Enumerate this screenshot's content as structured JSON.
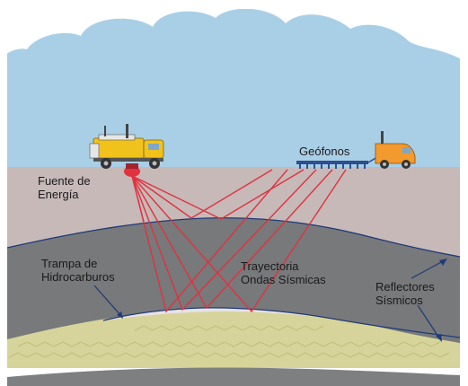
{
  "labels": {
    "fuente": "Fuente de\nEnergía",
    "geofonos": "Geófonos",
    "trampa": "Trampa de\nHidrocarburos",
    "trayectoria": "Trayectoria\nOndas Sísmicas",
    "reflectores": "Reflectores\nSísmicos"
  },
  "colors": {
    "sky": "#a9cfe6",
    "cloud": "#ffffff",
    "ground_top": "#c6b9b8",
    "layer_dark": "#77797b",
    "reservoir": "#d6d49a",
    "bottom_layer": "#7d7f80",
    "rays": "#e0323f",
    "reflector_line": "#1f3a78",
    "truck_yellow": "#f2c21c",
    "van_orange": "#f29a2e"
  },
  "icons": [
    "vibrator-truck-icon",
    "recording-van-icon",
    "geophone-array-icon",
    "energy-source-icon"
  ]
}
